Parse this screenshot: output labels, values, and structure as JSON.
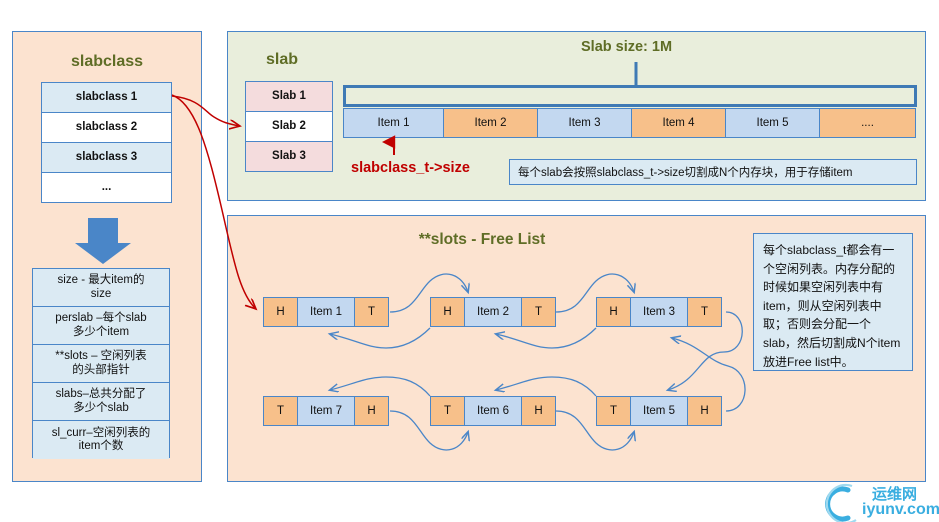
{
  "colors": {
    "panel_border": "#4a86c8",
    "panel_peach": "#fce3d0",
    "panel_green": "#e9eedc",
    "title_green": "#5f6d26",
    "accent_red": "#c00000",
    "arrow_blue": "#4a86c8",
    "big_arrow_blue": "#4a86c8",
    "item_orange": "#f7c08a",
    "item_blue": "#c3d8f0",
    "cell_blue": "#dbeaf3",
    "cell_pink": "#f4dcdd",
    "watermark_cyan": "#3aaee0"
  },
  "slabclass_panel": {
    "title": "slabclass",
    "list": [
      {
        "label": "slabclass  1",
        "style": "blue"
      },
      {
        "label": "slabclass  2",
        "style": "white"
      },
      {
        "label": "slabclass  3",
        "style": "blue"
      },
      {
        "label": "...",
        "style": "white"
      }
    ],
    "down_arrow_icon": "down-arrow-icon",
    "fields": [
      {
        "line1": "size -  最大item的",
        "line2": "size",
        "style": "blue"
      },
      {
        "line1": "perslab –每个slab",
        "line2": "多少个item",
        "style": "blue"
      },
      {
        "line1": "**slots – 空闲列表",
        "line2": "的头部指针",
        "style": "blue"
      },
      {
        "line1": "slabs–总共分配了",
        "line2": "多少个slab",
        "style": "blue"
      },
      {
        "line1": "sl_curr–空闲列表的",
        "line2": "item个数",
        "style": "blue"
      }
    ]
  },
  "slab_panel": {
    "title": "slab",
    "slab_size_label": "Slab size: 1M",
    "slabs": [
      {
        "label": "Slab 1",
        "style": "pink"
      },
      {
        "label": "Slab 2",
        "style": "white"
      },
      {
        "label": "Slab 3",
        "style": "pink"
      }
    ],
    "items": [
      {
        "label": "Item 1",
        "style": "blue"
      },
      {
        "label": "Item 2",
        "style": "orange"
      },
      {
        "label": "Item 3",
        "style": "blue"
      },
      {
        "label": "Item 4",
        "style": "orange"
      },
      {
        "label": "Item 5",
        "style": "blue"
      },
      {
        "label": "....",
        "style": "orange"
      }
    ],
    "size_pointer_label": "slabclass_t->size",
    "note": "每个slab会按照slabclass_t->size切割成N个内存块，用于存储item"
  },
  "freelist_panel": {
    "title": "**slots - Free List",
    "row1": [
      {
        "left": "H",
        "item": "Item 1",
        "right": "T"
      },
      {
        "left": "H",
        "item": "Item 2",
        "right": "T"
      },
      {
        "left": "H",
        "item": "Item 3",
        "right": "T"
      }
    ],
    "row2": [
      {
        "left": "T",
        "item": "Item 7",
        "right": "H"
      },
      {
        "left": "T",
        "item": "Item 6",
        "right": "H"
      },
      {
        "left": "T",
        "item": "Item 5",
        "right": "H"
      }
    ],
    "note": "每个slabclass_t都会有一个空闲列表。内存分配的时候如果空闲列表中有item，则从空闲列表中取；否则会分配一个slab，然后切割成N个item放进Free list中。"
  },
  "watermark": {
    "icon": "circle-swoosh-icon",
    "line1": "运维网",
    "line2": "iyunv.com"
  }
}
